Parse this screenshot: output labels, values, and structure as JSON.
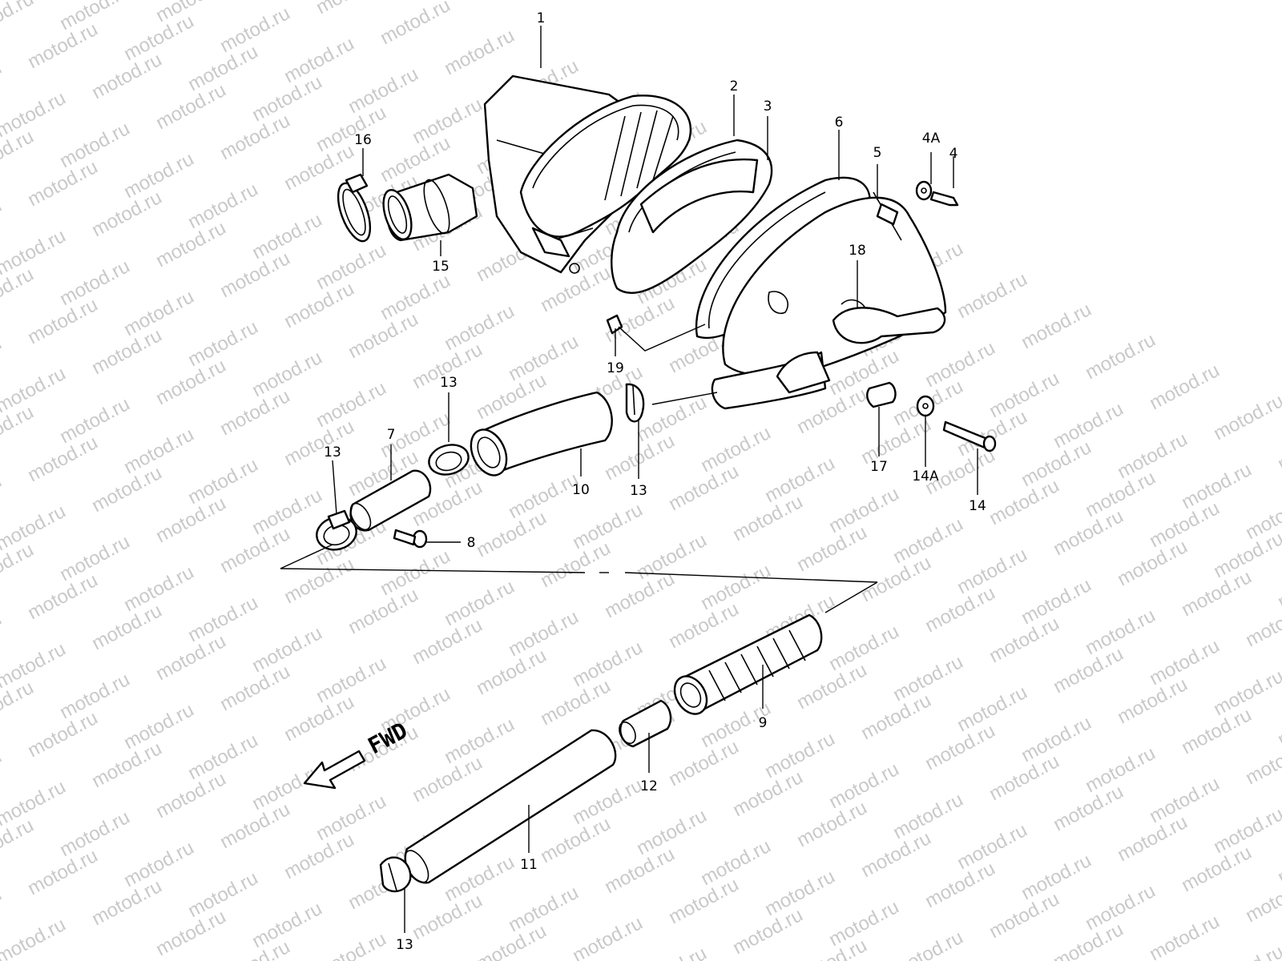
{
  "watermark": "motod.ru",
  "direction_label": "FWD",
  "callouts": {
    "c1": "1",
    "c2": "2",
    "c3": "3",
    "c4": "4",
    "c4a": "4A",
    "c5": "5",
    "c6": "6",
    "c7": "7",
    "c8": "8",
    "c9": "9",
    "c10": "10",
    "c11": "11",
    "c12": "12",
    "c13a": "13",
    "c13b": "13",
    "c13c": "13",
    "c13d": "13",
    "c14": "14",
    "c14a": "14A",
    "c15": "15",
    "c16": "16",
    "c17": "17",
    "c18": "18",
    "c19": "19"
  }
}
